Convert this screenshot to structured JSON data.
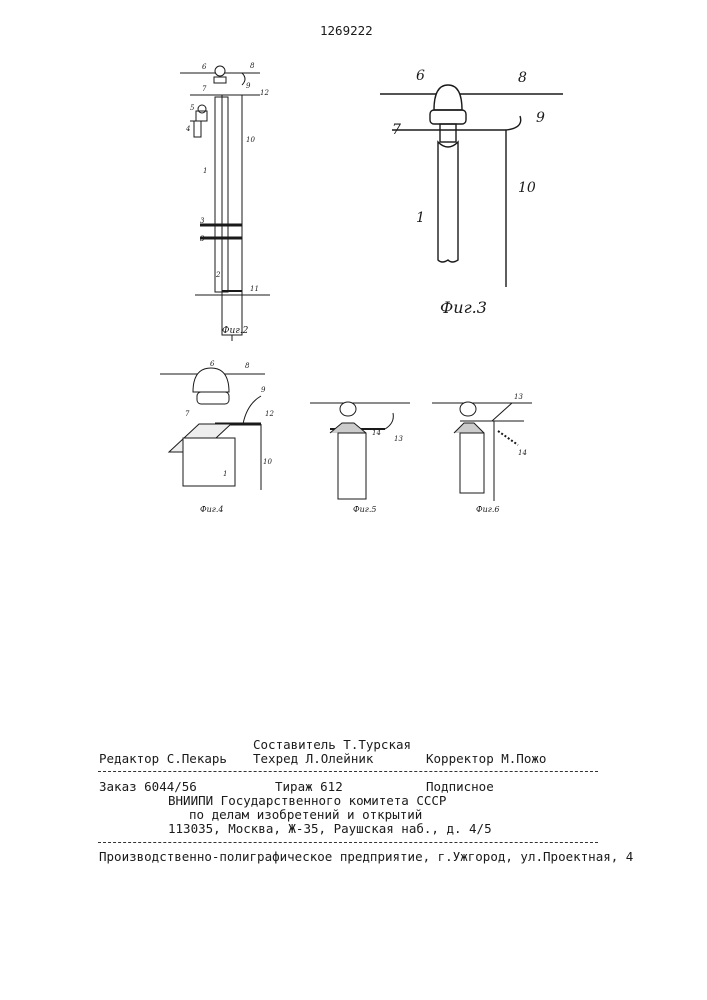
{
  "patent_number": "1269222",
  "figures": {
    "fig2": {
      "caption": "Фиг.2",
      "labels": [
        "6",
        "8",
        "7",
        "9",
        "12",
        "5",
        "4",
        "10",
        "1",
        "3",
        "3",
        "2",
        "11"
      ]
    },
    "fig3": {
      "caption": "Фиг.3",
      "labels": [
        "6",
        "8",
        "7",
        "9",
        "10",
        "1"
      ]
    },
    "fig4": {
      "caption": "Фиг.4",
      "labels": [
        "6",
        "8",
        "9",
        "7",
        "12",
        "1",
        "10"
      ]
    },
    "fig5": {
      "caption": "Фиг.5",
      "labels": [
        "14",
        "13"
      ]
    },
    "fig6": {
      "caption": "Фиг.6",
      "labels": [
        "13",
        "14"
      ]
    }
  },
  "colophon": {
    "compiler": "Составитель Т.Турская",
    "editor": "Редактор С.Пекарь",
    "techred": "Техред Л.Олейник",
    "corrector": "Корректор М.Пожо",
    "order": "Заказ 6044/56",
    "circulation": "Тираж 612",
    "subscription": "Подписное",
    "org_line1": "ВНИИПИ Государственного комитета СССР",
    "org_line2": "по делам изобретений и открытий",
    "org_line3": "113035, Москва, Ж-35, Раушская наб., д. 4/5",
    "printer": "Производственно-полиграфическое предприятие, г.Ужгород, ул.Проектная, 4"
  }
}
